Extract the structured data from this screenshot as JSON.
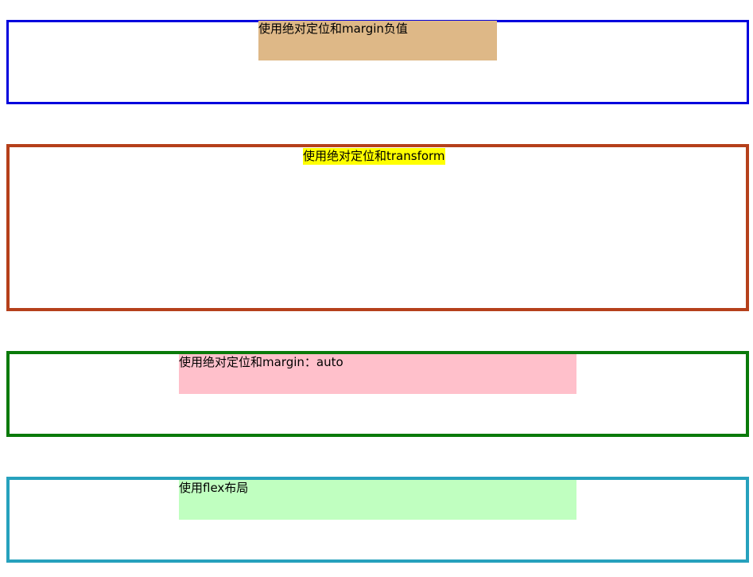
{
  "demos": {
    "negative_margin": {
      "label": "使用绝对定位和margin负值",
      "border_color": "#0000dd",
      "fill_color": "#deb887"
    },
    "transform": {
      "label": "使用绝对定位和transform",
      "border_color": "#b5401b",
      "fill_color": "#ffff00"
    },
    "margin_auto": {
      "label": "使用绝对定位和margin：auto",
      "border_color": "#0a7a0a",
      "fill_color": "#ffc0cb"
    },
    "flex": {
      "label": "使用flex布局",
      "border_color": "#26a1bd",
      "fill_color": "#c0ffc0"
    }
  }
}
